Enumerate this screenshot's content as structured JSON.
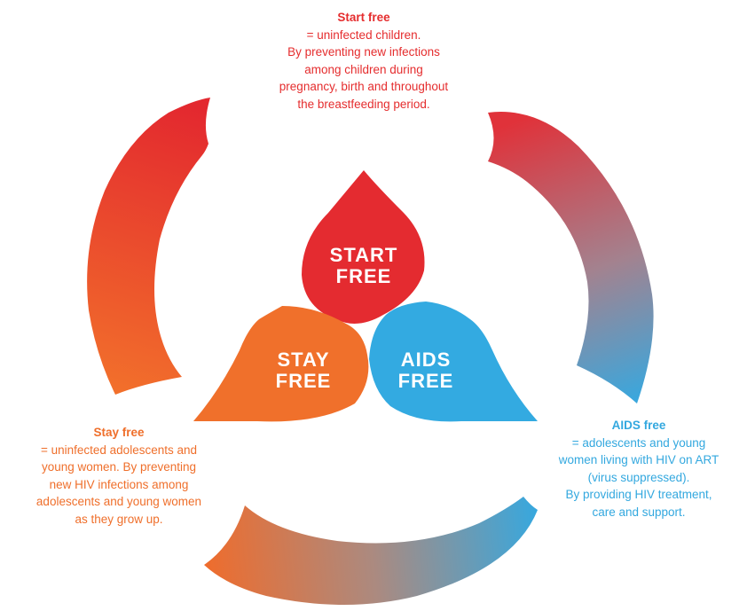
{
  "diagram": {
    "start": {
      "petal_label": [
        "START",
        "FREE"
      ],
      "heading": "Start free",
      "lines": [
        "= uninfected children.",
        "By preventing new infections",
        "among children during",
        "pregnancy, birth and throughout",
        "the breastfeeding period."
      ],
      "color": "#e52d2e"
    },
    "stay": {
      "petal_label": [
        "STAY",
        "FREE"
      ],
      "heading": "Stay free",
      "lines": [
        "= uninfected adolescents and",
        "young women. By preventing",
        "new HIV infections among",
        "adolescents and young women",
        "as they grow up."
      ],
      "color": "#ef6f2b"
    },
    "aids": {
      "petal_label": [
        "AIDS",
        "FREE"
      ],
      "heading": "AIDS free",
      "lines": [
        "= adolescents and young",
        "women living with HIV on ART",
        "(virus suppressed).",
        "By providing HIV treatment,",
        "care and support."
      ],
      "color": "#33a8df"
    }
  }
}
